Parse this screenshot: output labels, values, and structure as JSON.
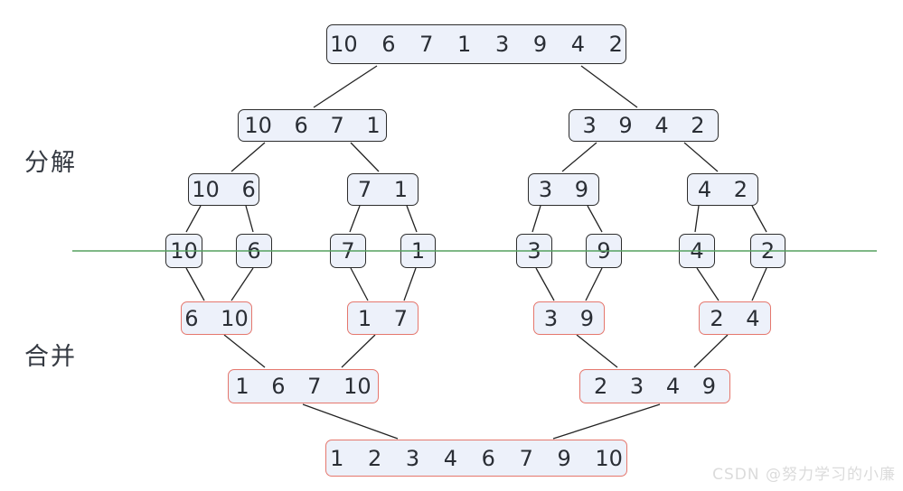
{
  "labels": {
    "decompose": "分解",
    "merge": "合并"
  },
  "watermark": "CSDN @努力学习的小廉",
  "colors": {
    "box_fill": "#edf1fa",
    "decompose_border": "#2d2d2d",
    "merge_border": "#e5776d",
    "connector_line": "#222222",
    "green_line": "#55a15f"
  },
  "nodes": [
    {
      "id": "root",
      "phase": "decompose",
      "text": "10 6 7 1 3 9 4 2"
    },
    {
      "id": "d4-left",
      "phase": "decompose",
      "text": "10 6 7 1"
    },
    {
      "id": "d4-right",
      "phase": "decompose",
      "text": "3 9 4 2"
    },
    {
      "id": "d2-10-6",
      "phase": "decompose",
      "text": "10 6"
    },
    {
      "id": "d2-7-1",
      "phase": "decompose",
      "text": "7 1"
    },
    {
      "id": "d2-3-9",
      "phase": "decompose",
      "text": "3 9"
    },
    {
      "id": "d2-4-2",
      "phase": "decompose",
      "text": "4 2"
    },
    {
      "id": "s-10",
      "phase": "decompose",
      "text": "10"
    },
    {
      "id": "s-6",
      "phase": "decompose",
      "text": "6"
    },
    {
      "id": "s-7",
      "phase": "decompose",
      "text": "7"
    },
    {
      "id": "s-1",
      "phase": "decompose",
      "text": "1"
    },
    {
      "id": "s-3",
      "phase": "decompose",
      "text": "3"
    },
    {
      "id": "s-9",
      "phase": "decompose",
      "text": "9"
    },
    {
      "id": "s-4",
      "phase": "decompose",
      "text": "4"
    },
    {
      "id": "s-2",
      "phase": "decompose",
      "text": "2"
    },
    {
      "id": "m2-6-10",
      "phase": "merge",
      "text": "6 10"
    },
    {
      "id": "m2-1-7",
      "phase": "merge",
      "text": "1 7"
    },
    {
      "id": "m2-3-9",
      "phase": "merge",
      "text": "3 9"
    },
    {
      "id": "m2-2-4",
      "phase": "merge",
      "text": "2 4"
    },
    {
      "id": "m4-left",
      "phase": "merge",
      "text": "1 6 7 10"
    },
    {
      "id": "m4-right",
      "phase": "merge",
      "text": "2 3 4 9"
    },
    {
      "id": "final",
      "phase": "merge",
      "text": "1 2 3 4 6 7 9 10"
    }
  ]
}
